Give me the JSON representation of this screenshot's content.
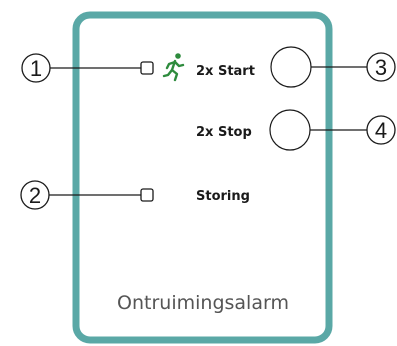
{
  "panel": {
    "title": "Ontruimingsalarm",
    "border_color": "#5aa8a6"
  },
  "callouts": [
    {
      "number": "1",
      "target": "start-indicator-led"
    },
    {
      "number": "2",
      "target": "fault-indicator-led"
    },
    {
      "number": "3",
      "target": "start-button"
    },
    {
      "number": "4",
      "target": "stop-button"
    }
  ],
  "labels": {
    "start": "2x Start",
    "stop": "2x Stop",
    "fault": "Storing"
  },
  "icons": {
    "evacuation": "running-person-icon",
    "evacuation_color": "#2e8b3d"
  }
}
